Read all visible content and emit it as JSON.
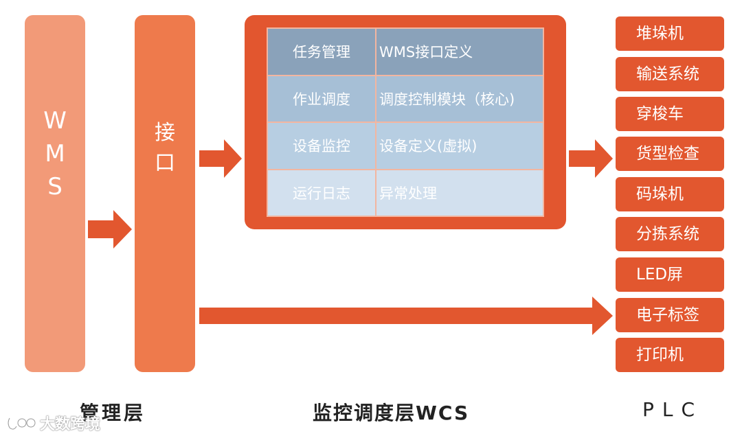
{
  "colors": {
    "wms": "#f29a78",
    "interface": "#ee7a4c",
    "wcs_frame": "#e2562f",
    "arrow": "#e2572f",
    "plc": "#e2572f"
  },
  "management_layer": {
    "wms_box": "WMS",
    "interface_box": "接口",
    "label": "管理层"
  },
  "wcs_layer": {
    "label": "监控调度层WCS",
    "rows": [
      {
        "module": "任务管理",
        "detail": "WMS接口定义"
      },
      {
        "module": "作业调度",
        "detail": "调度控制模块（核心)"
      },
      {
        "module": "设备监控",
        "detail": "设备定义(虚拟)"
      },
      {
        "module": "运行日志",
        "detail": "异常处理"
      }
    ]
  },
  "plc_layer": {
    "label": "PLC",
    "devices": [
      "堆垛机",
      "输送系统",
      "穿梭车",
      "货型检查",
      "码垛机",
      "分拣系统",
      "LED屏",
      "电子标签",
      "打印机"
    ]
  },
  "watermark": {
    "text": "大数跨境"
  }
}
